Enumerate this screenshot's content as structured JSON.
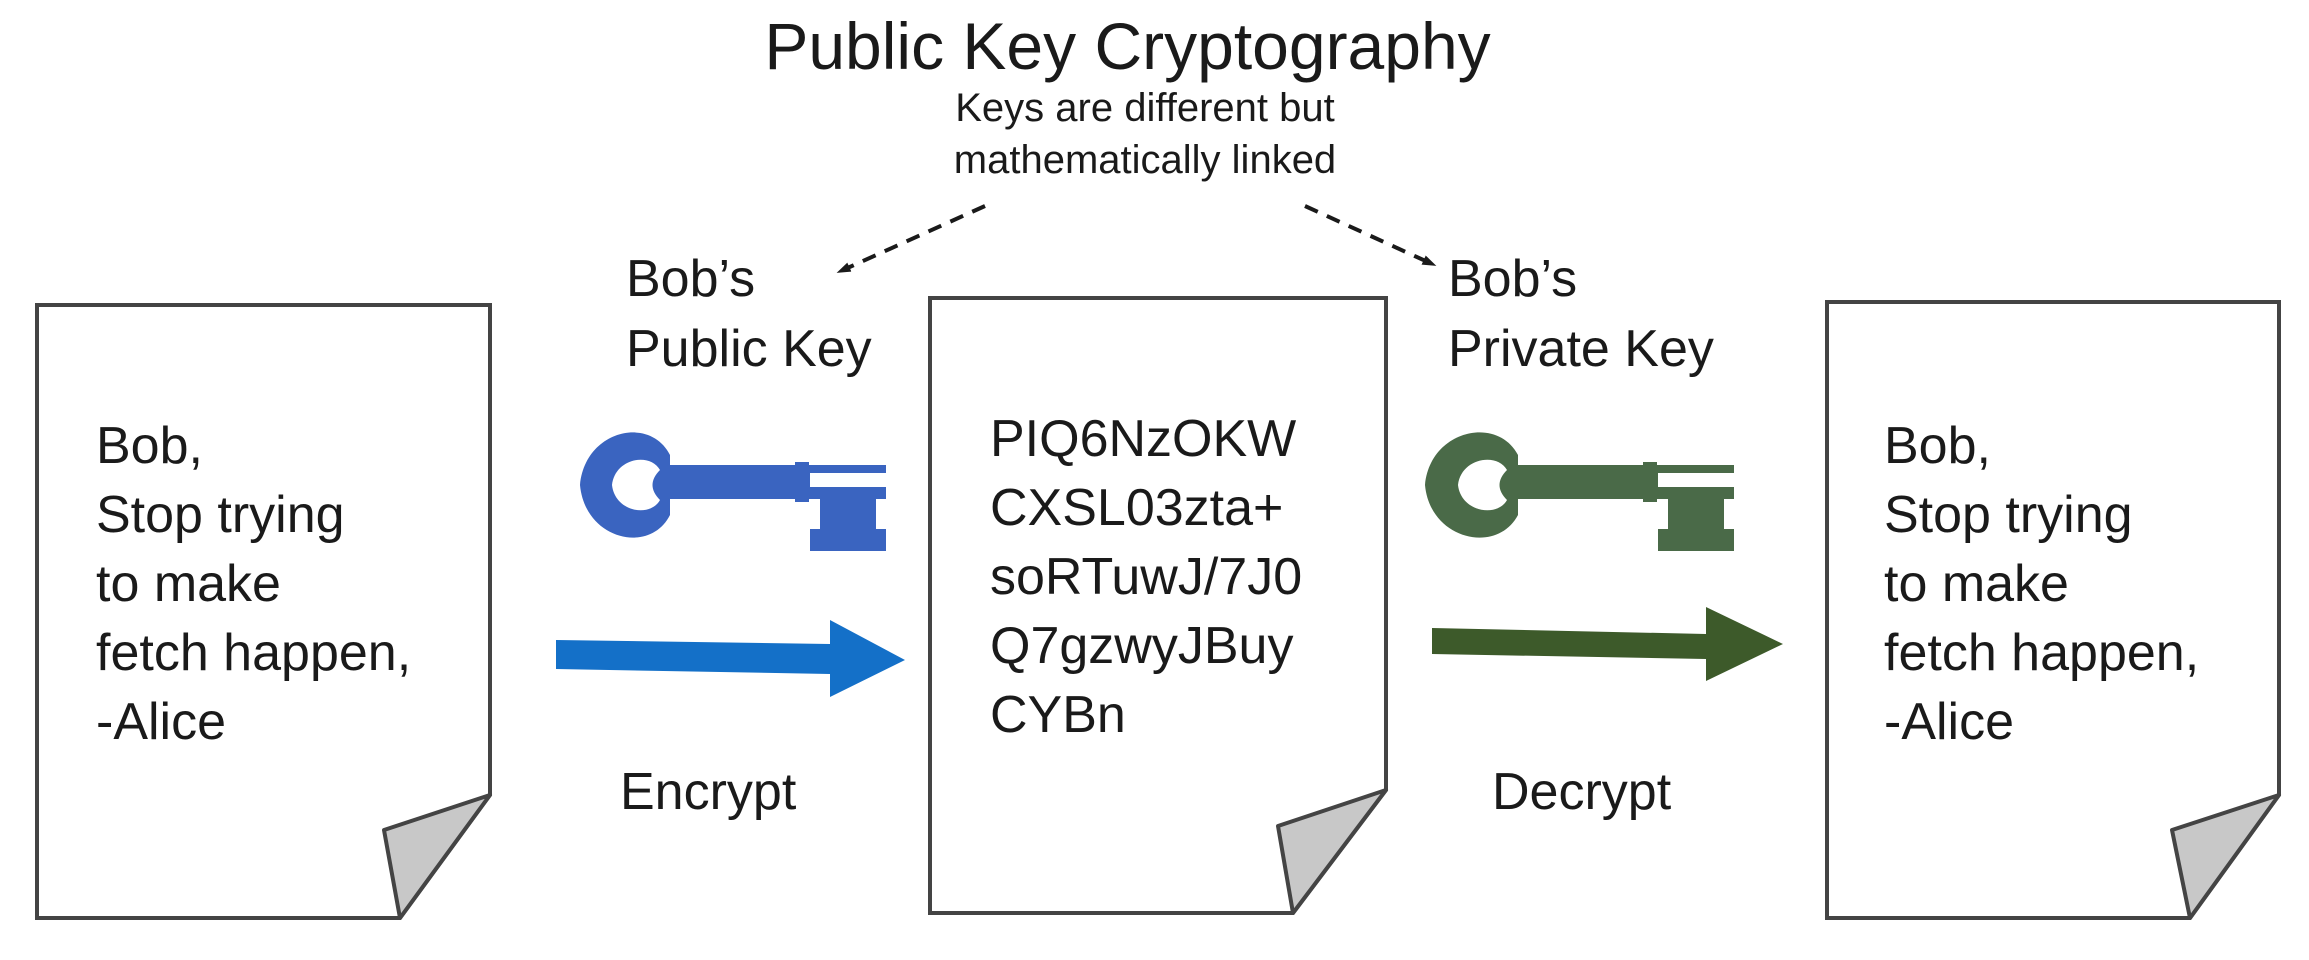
{
  "diagram": {
    "title": "Public Key Cryptography",
    "subtitle": [
      "Keys are different but",
      "mathematically  linked"
    ],
    "public_key_label": [
      "Bob’s",
      "Public Key"
    ],
    "private_key_label": [
      "Bob’s",
      "Private Key"
    ],
    "plaintext_message": [
      "Bob,",
      "Stop trying",
      "to make",
      "fetch happen,",
      "-Alice"
    ],
    "ciphertext": [
      "PIQ6NzOKW",
      "CXSL03zta+",
      "soRTuwJ/7J0",
      "Q7gzwyJBuy",
      "CYBn"
    ],
    "decrypted_message": [
      "Bob,",
      "Stop trying",
      "to make",
      "fetch happen,",
      "-Alice"
    ],
    "encrypt_label": "Encrypt",
    "decrypt_label": "Decrypt"
  },
  "colors": {
    "public_key": "#3a64c0",
    "encrypt_arrow": "#1470c8",
    "private_key": "#4a6a48",
    "decrypt_arrow": "#3d5a2a",
    "page_fold": "#c8c8c8",
    "outline": "#444444"
  }
}
